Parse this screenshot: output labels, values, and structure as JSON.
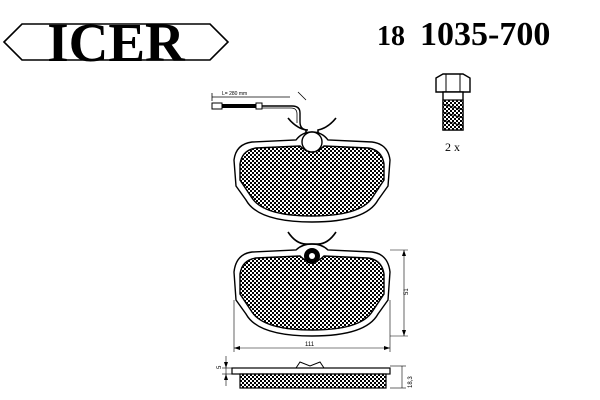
{
  "header": {
    "brand": "ICER",
    "series": "18",
    "part_number": "1035-700"
  },
  "sensor": {
    "length_label": "L= 280 mm"
  },
  "bolt": {
    "quantity_label": "2 x"
  },
  "dimensions": {
    "width_label": "111",
    "height_label": "51",
    "thickness_label": "18,3",
    "backing_label": "5"
  },
  "colors": {
    "ink": "#000000",
    "paper": "#ffffff",
    "pad_fill": "#5a5a5a"
  }
}
